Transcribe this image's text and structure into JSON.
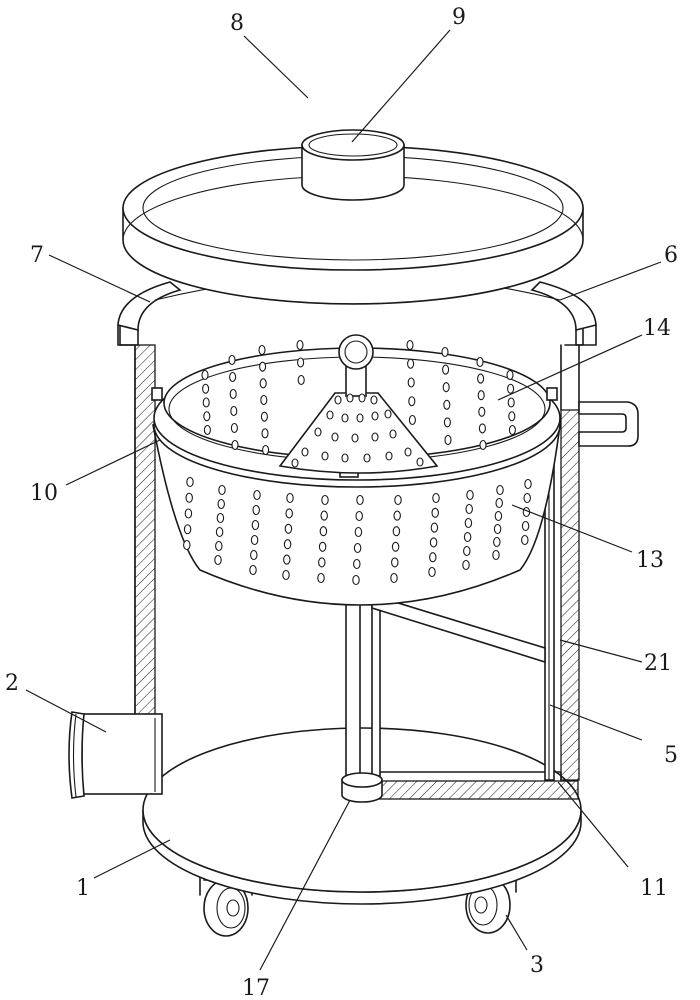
{
  "labels": {
    "l1": "1",
    "l2": "2",
    "l3": "3",
    "l5": "5",
    "l6": "6",
    "l7": "7",
    "l8": "8",
    "l9": "9",
    "l10": "10",
    "l11": "11",
    "l13": "13",
    "l14": "14",
    "l17": "17",
    "l21": "21"
  }
}
